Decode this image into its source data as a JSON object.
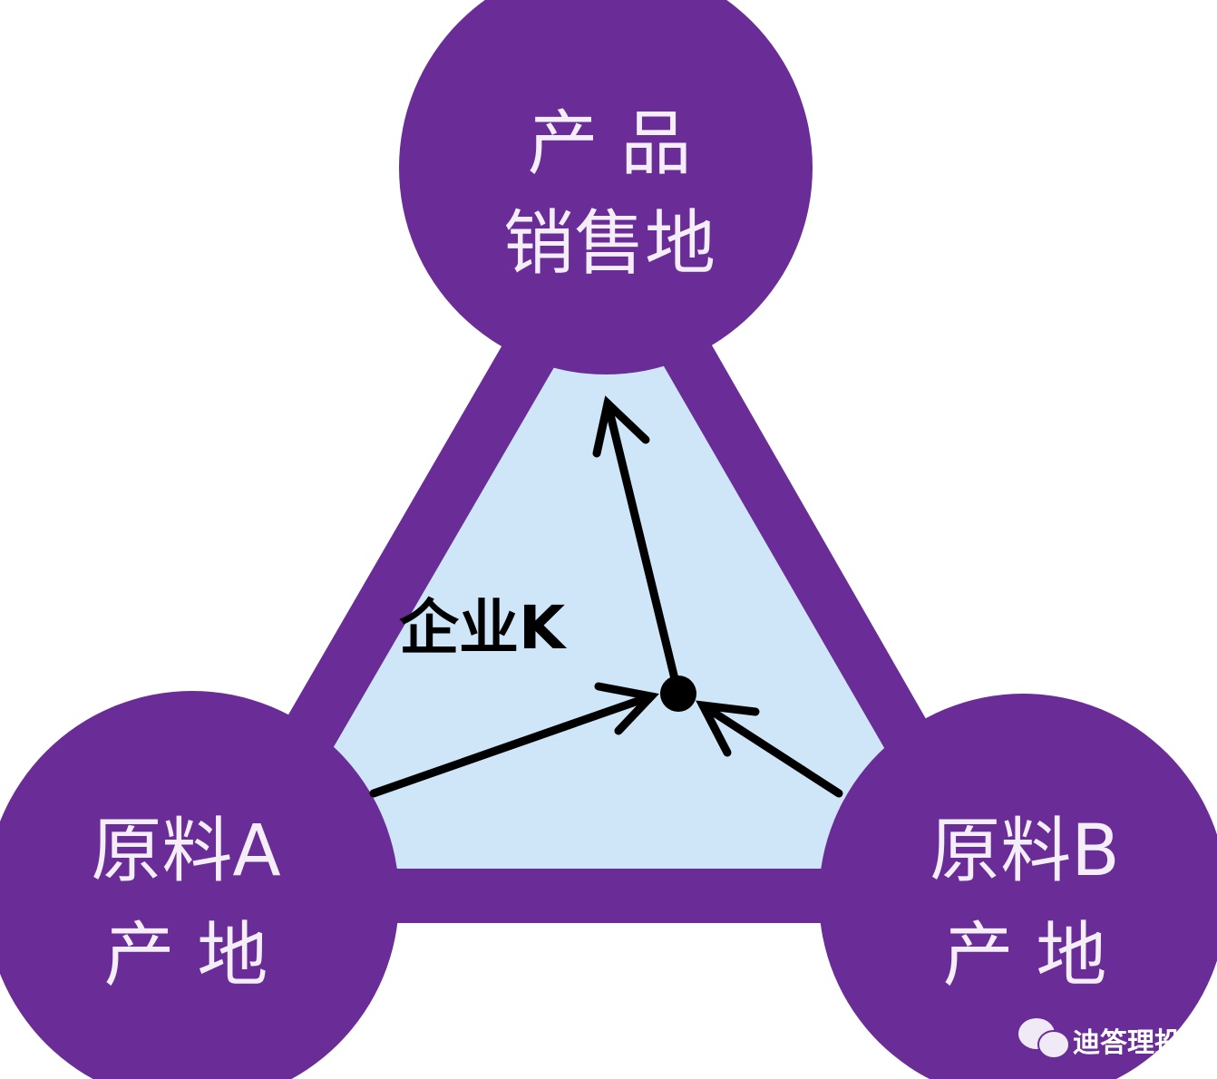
{
  "nodes": {
    "market": {
      "line1": "产 品",
      "line2": "销售地"
    },
    "material_a": {
      "line1": "原料A",
      "line2": "产 地"
    },
    "material_b": {
      "line1": "原料B",
      "line2": "产 地"
    }
  },
  "firm": {
    "label": "企业K"
  },
  "watermark": {
    "text": "迪答理投",
    "icon": "wechat-icon"
  },
  "colors": {
    "purple": "#6a2c96",
    "inner": "#cfe6f8",
    "arrow": "#000000"
  }
}
